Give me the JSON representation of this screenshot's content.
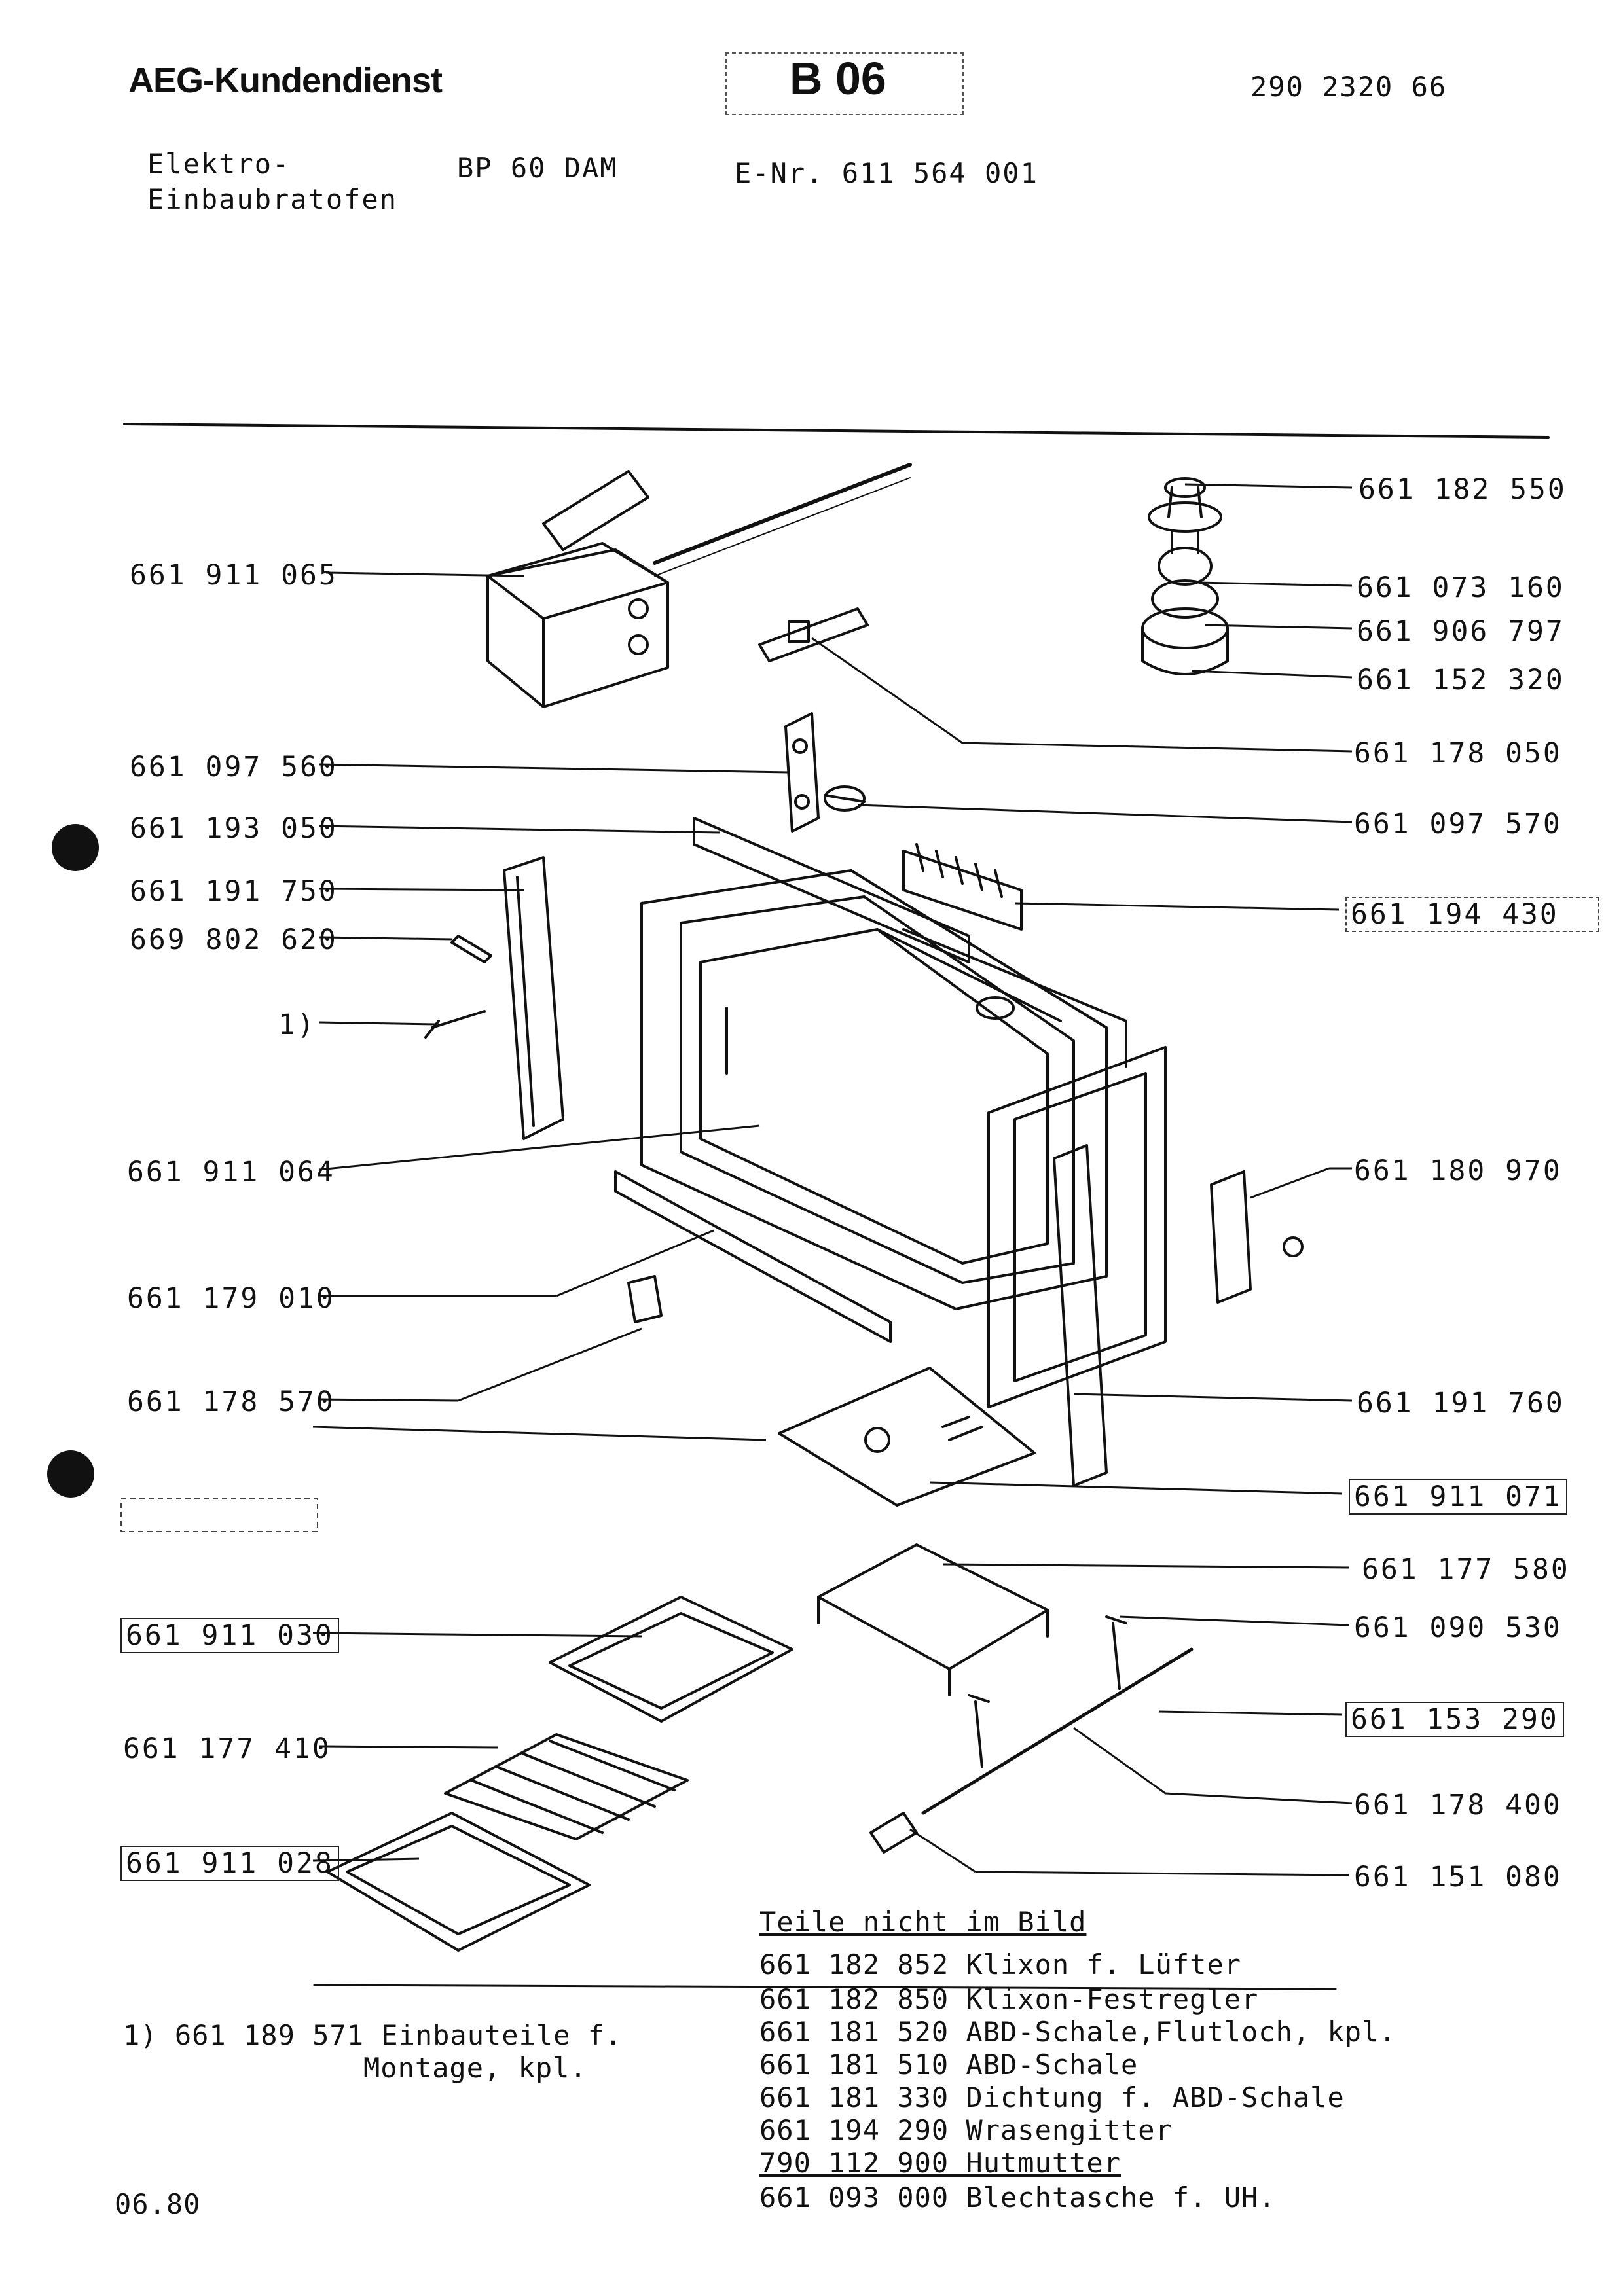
{
  "header": {
    "brand": "AEG-Kundendienst",
    "code": "B 06",
    "doc_number": "290 2320 66",
    "device_line1": "Elektro-",
    "device_line2": "Einbaubratofen",
    "model": "BP 60 DAM",
    "e_nr": "E-Nr. 611 564 001"
  },
  "left_labels": [
    "661 911 065",
    "661 097 560",
    "661 193 050",
    "661 191 750",
    "669 802 620",
    "1)",
    "661 911 064",
    "661 179 010",
    "661 178 570",
    "661 911 030",
    "661 177 410",
    "661 911 028"
  ],
  "right_labels": [
    "661 182 550",
    "661 073 160",
    "661 906 797",
    "661 152 320",
    "661 178 050",
    "661 097 570",
    "661 194 430",
    "661 180 970",
    "661 191 760",
    "661 911 071",
    "661 177 580",
    "661 090 530",
    "661 153 290",
    "661 178 400",
    "661 151 080"
  ],
  "parts_not_shown": {
    "title": "Teile nicht im Bild",
    "items": [
      "661 182 852 Klixon f. Lüfter",
      "661 182 850 Klixon-Festregler",
      "661 181 520 ABD-Schale,Flutloch, kpl.",
      "661 181 510 ABD-Schale",
      "661 181 330 Dichtung f. ABD-Schale",
      "661 194 290 Wrasengitter",
      "790 112 900 Hutmutter",
      "661 093 000 Blechtasche f. UH."
    ]
  },
  "footnote": {
    "line1": "1) 661 189 571 Einbauteile f.",
    "line2": "Montage, kpl."
  },
  "date": "06.80"
}
